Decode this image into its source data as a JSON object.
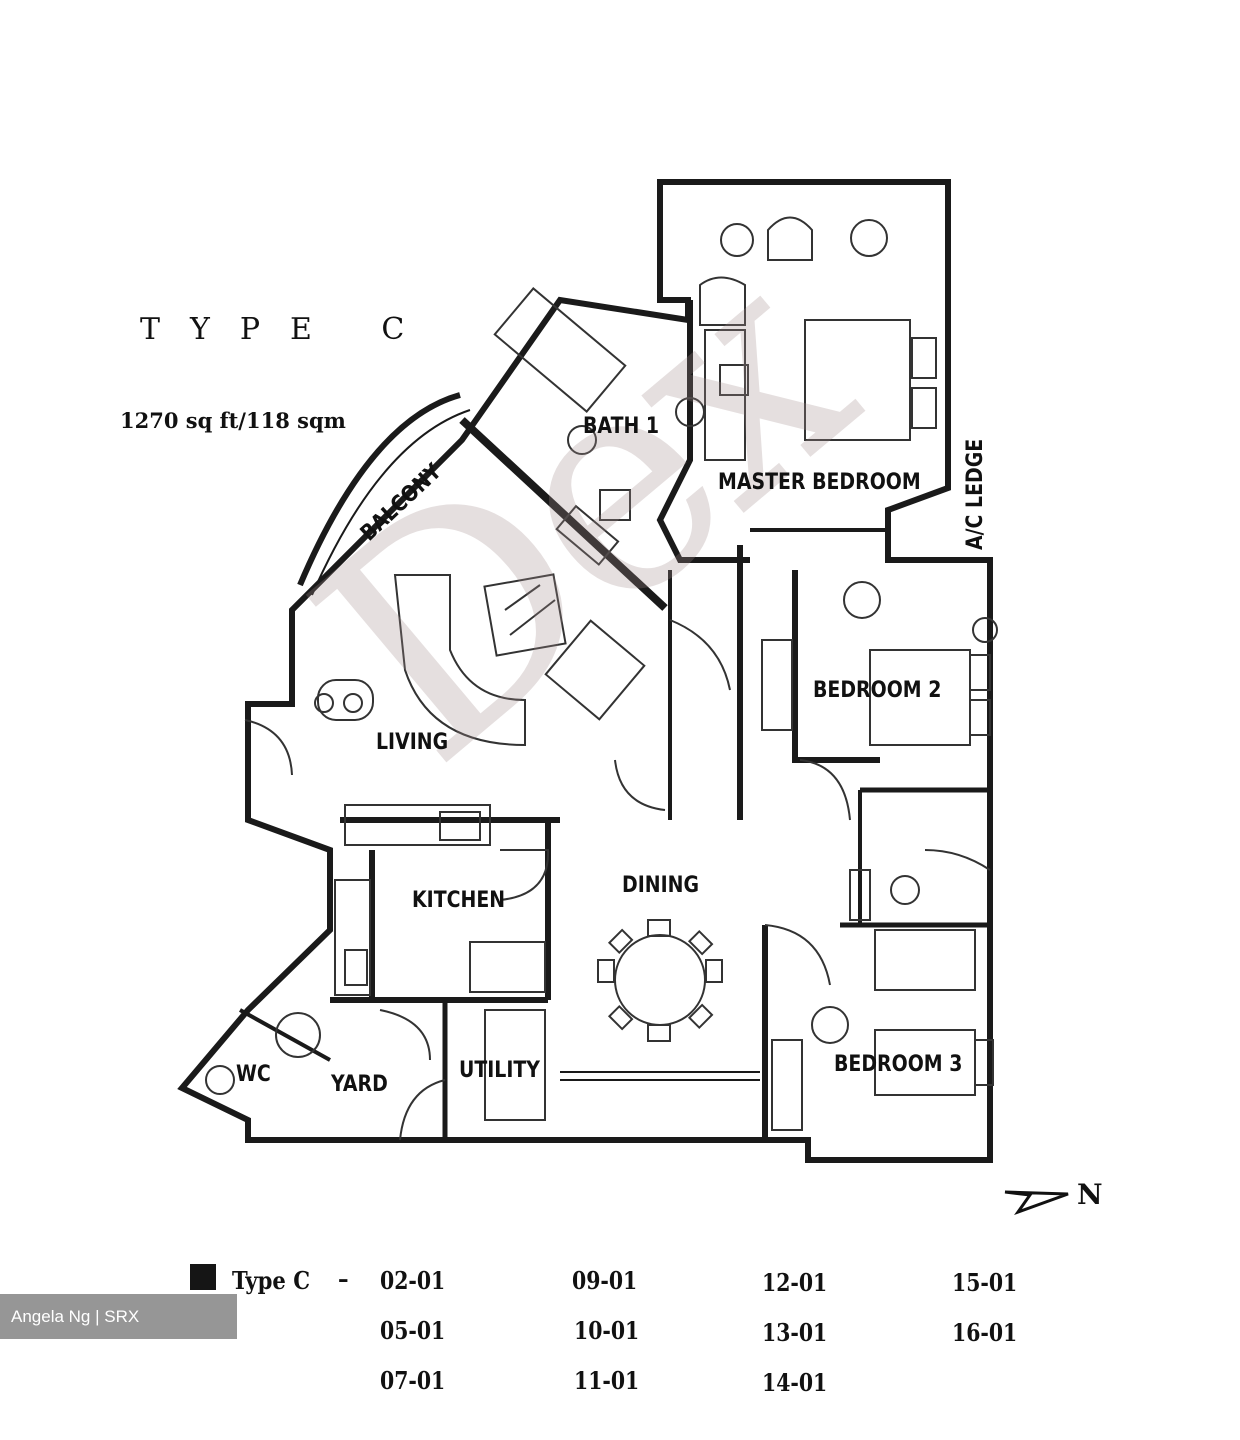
{
  "plan": {
    "type_title": "TYPE C",
    "area": "1270 sq ft/118 sqm"
  },
  "rooms": {
    "master_bedroom": "MASTER BEDROOM",
    "bath": "BATH 1",
    "balcony": "BALCONY",
    "living": "LIVING",
    "ac_ledge": "A/C LEDGE",
    "bedroom2": "BEDROOM 2",
    "kitchen": "KITCHEN",
    "dining": "DINING",
    "bedroom3": "BEDROOM 3",
    "wc": "WC",
    "yard": "YARD",
    "utility": "UTILITY"
  },
  "north": {
    "label": "N"
  },
  "legend": {
    "type_label": "Type C",
    "dash": "–",
    "units": [
      "02-01",
      "05-01",
      "07-01",
      "09-01",
      "10-01",
      "11-01",
      "12-01",
      "13-01",
      "14-01",
      "15-01",
      "16-01"
    ]
  },
  "credit": {
    "text": "Angela Ng | SRX PROPERTY"
  },
  "brand_watermark": "Dex"
}
